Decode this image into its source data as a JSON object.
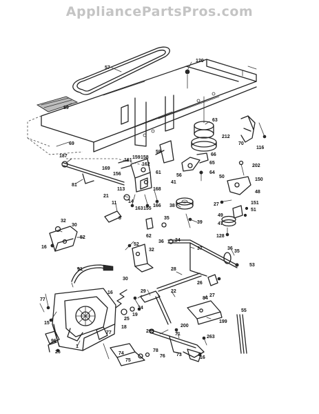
{
  "watermark": "AppliancePartsPros.com",
  "callouts": [
    {
      "id": "c120",
      "text": "120"
    },
    {
      "id": "c57",
      "text": "57"
    },
    {
      "id": "c89",
      "text": "89"
    },
    {
      "id": "c69",
      "text": "69"
    },
    {
      "id": "c63",
      "text": "63"
    },
    {
      "id": "c212",
      "text": "212"
    },
    {
      "id": "c70",
      "text": "70"
    },
    {
      "id": "c116",
      "text": "116"
    },
    {
      "id": "c187",
      "text": "187"
    },
    {
      "id": "c161",
      "text": "161"
    },
    {
      "id": "c159",
      "text": "159"
    },
    {
      "id": "c158",
      "text": "158"
    },
    {
      "id": "c162",
      "text": "162"
    },
    {
      "id": "c169",
      "text": "169"
    },
    {
      "id": "c156",
      "text": "156"
    },
    {
      "id": "c61",
      "text": "61"
    },
    {
      "id": "c59",
      "text": "59"
    },
    {
      "id": "c66",
      "text": "66"
    },
    {
      "id": "c65",
      "text": "65"
    },
    {
      "id": "c64",
      "text": "64"
    },
    {
      "id": "c202",
      "text": "202"
    },
    {
      "id": "c50",
      "text": "50"
    },
    {
      "id": "c150",
      "text": "150"
    },
    {
      "id": "c81",
      "text": "81"
    },
    {
      "id": "c113",
      "text": "113"
    },
    {
      "id": "c168",
      "text": "168"
    },
    {
      "id": "c41",
      "text": "41"
    },
    {
      "id": "c56",
      "text": "56"
    },
    {
      "id": "c48",
      "text": "48"
    },
    {
      "id": "c21",
      "text": "21"
    },
    {
      "id": "c14",
      "text": "14"
    },
    {
      "id": "c163",
      "text": "163"
    },
    {
      "id": "c155",
      "text": "155"
    },
    {
      "id": "c166",
      "text": "166"
    },
    {
      "id": "c38",
      "text": "38"
    },
    {
      "id": "c27",
      "text": "27"
    },
    {
      "id": "c151",
      "text": "151"
    },
    {
      "id": "c51",
      "text": "51"
    },
    {
      "id": "c11",
      "text": "11"
    },
    {
      "id": "c8",
      "text": "8"
    },
    {
      "id": "c62",
      "text": "62"
    },
    {
      "id": "c35a",
      "text": "35"
    },
    {
      "id": "c39",
      "text": "39"
    },
    {
      "id": "c49",
      "text": "49"
    },
    {
      "id": "c47",
      "text": "47"
    },
    {
      "id": "c32a",
      "text": "32"
    },
    {
      "id": "c30a",
      "text": "30"
    },
    {
      "id": "c128",
      "text": "128"
    },
    {
      "id": "c52a",
      "text": "52"
    },
    {
      "id": "c16a",
      "text": "16"
    },
    {
      "id": "c36a",
      "text": "36"
    },
    {
      "id": "c34",
      "text": "34"
    },
    {
      "id": "c52b",
      "text": "52"
    },
    {
      "id": "c32b",
      "text": "32"
    },
    {
      "id": "c37",
      "text": "37"
    },
    {
      "id": "c36b",
      "text": "36"
    },
    {
      "id": "c35b",
      "text": "35"
    },
    {
      "id": "c53",
      "text": "53"
    },
    {
      "id": "c91",
      "text": "91"
    },
    {
      "id": "c28",
      "text": "28"
    },
    {
      "id": "c30b",
      "text": "30"
    },
    {
      "id": "c26a",
      "text": "26"
    },
    {
      "id": "c29",
      "text": "29"
    },
    {
      "id": "c22",
      "text": "22"
    },
    {
      "id": "c27b",
      "text": "27"
    },
    {
      "id": "c84",
      "text": "84"
    },
    {
      "id": "c77a",
      "text": "77"
    },
    {
      "id": "c16b",
      "text": "16"
    },
    {
      "id": "c24",
      "text": "24"
    },
    {
      "id": "c25",
      "text": "25"
    },
    {
      "id": "c19",
      "text": "19"
    },
    {
      "id": "c18",
      "text": "18"
    },
    {
      "id": "c199",
      "text": "199"
    },
    {
      "id": "c15",
      "text": "15"
    },
    {
      "id": "c55",
      "text": "55"
    },
    {
      "id": "c200",
      "text": "200"
    },
    {
      "id": "c71",
      "text": "71"
    },
    {
      "id": "c263a",
      "text": "263"
    },
    {
      "id": "c263b",
      "text": "263"
    },
    {
      "id": "c96",
      "text": "96"
    },
    {
      "id": "c77b",
      "text": "77"
    },
    {
      "id": "c26b",
      "text": "26"
    },
    {
      "id": "c1",
      "text": "1"
    },
    {
      "id": "c78",
      "text": "78"
    },
    {
      "id": "c74",
      "text": "74"
    },
    {
      "id": "c75",
      "text": "75"
    },
    {
      "id": "c76",
      "text": "76"
    },
    {
      "id": "c73",
      "text": "73"
    },
    {
      "id": "c16c",
      "text": "16"
    }
  ]
}
